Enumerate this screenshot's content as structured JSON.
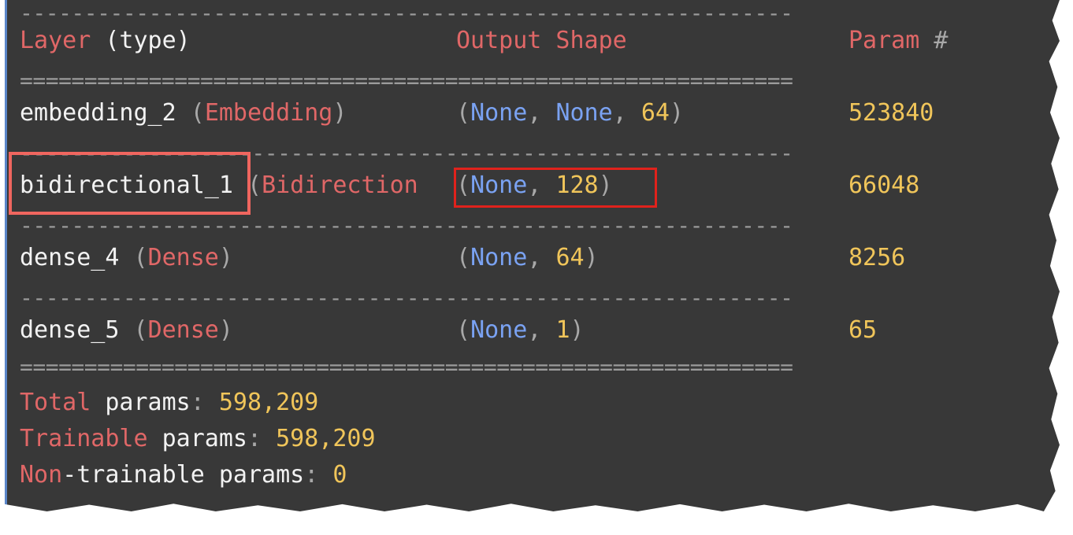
{
  "separators": {
    "dash": "------------------------------------------------------------",
    "equals": "============================================================"
  },
  "header": {
    "layer_red": "Layer",
    "layer_white": "(type)",
    "output": "Output Shape",
    "param": "Param",
    "param_hash": "#"
  },
  "rows": [
    {
      "name": "embedding_2",
      "type": "Embedding",
      "shape": [
        "None",
        "None",
        "64"
      ],
      "param": "523840"
    },
    {
      "name": "bidirectional_1",
      "type": "Bidirection",
      "shape": [
        "None",
        "128"
      ],
      "param": "66048"
    },
    {
      "name": "dense_4",
      "type": "Dense",
      "shape": [
        "None",
        "64"
      ],
      "param": "8256"
    },
    {
      "name": "dense_5",
      "type": "Dense",
      "shape": [
        "None",
        "1"
      ],
      "param": "65"
    }
  ],
  "summary": {
    "total_red": "Total",
    "total_white": "params",
    "total_val": "598,209",
    "trainable_red": "Trainable",
    "trainable_white": "params",
    "trainable_val": "598,209",
    "non_red": "Non",
    "non_white": "-trainable params",
    "non_val": "0"
  },
  "colors": {
    "background": "#383838",
    "keyword_red": "#e06767",
    "value_blue": "#7aa2f2",
    "number_yellow": "#f0c55a",
    "highlight_box": "#f0665f"
  }
}
